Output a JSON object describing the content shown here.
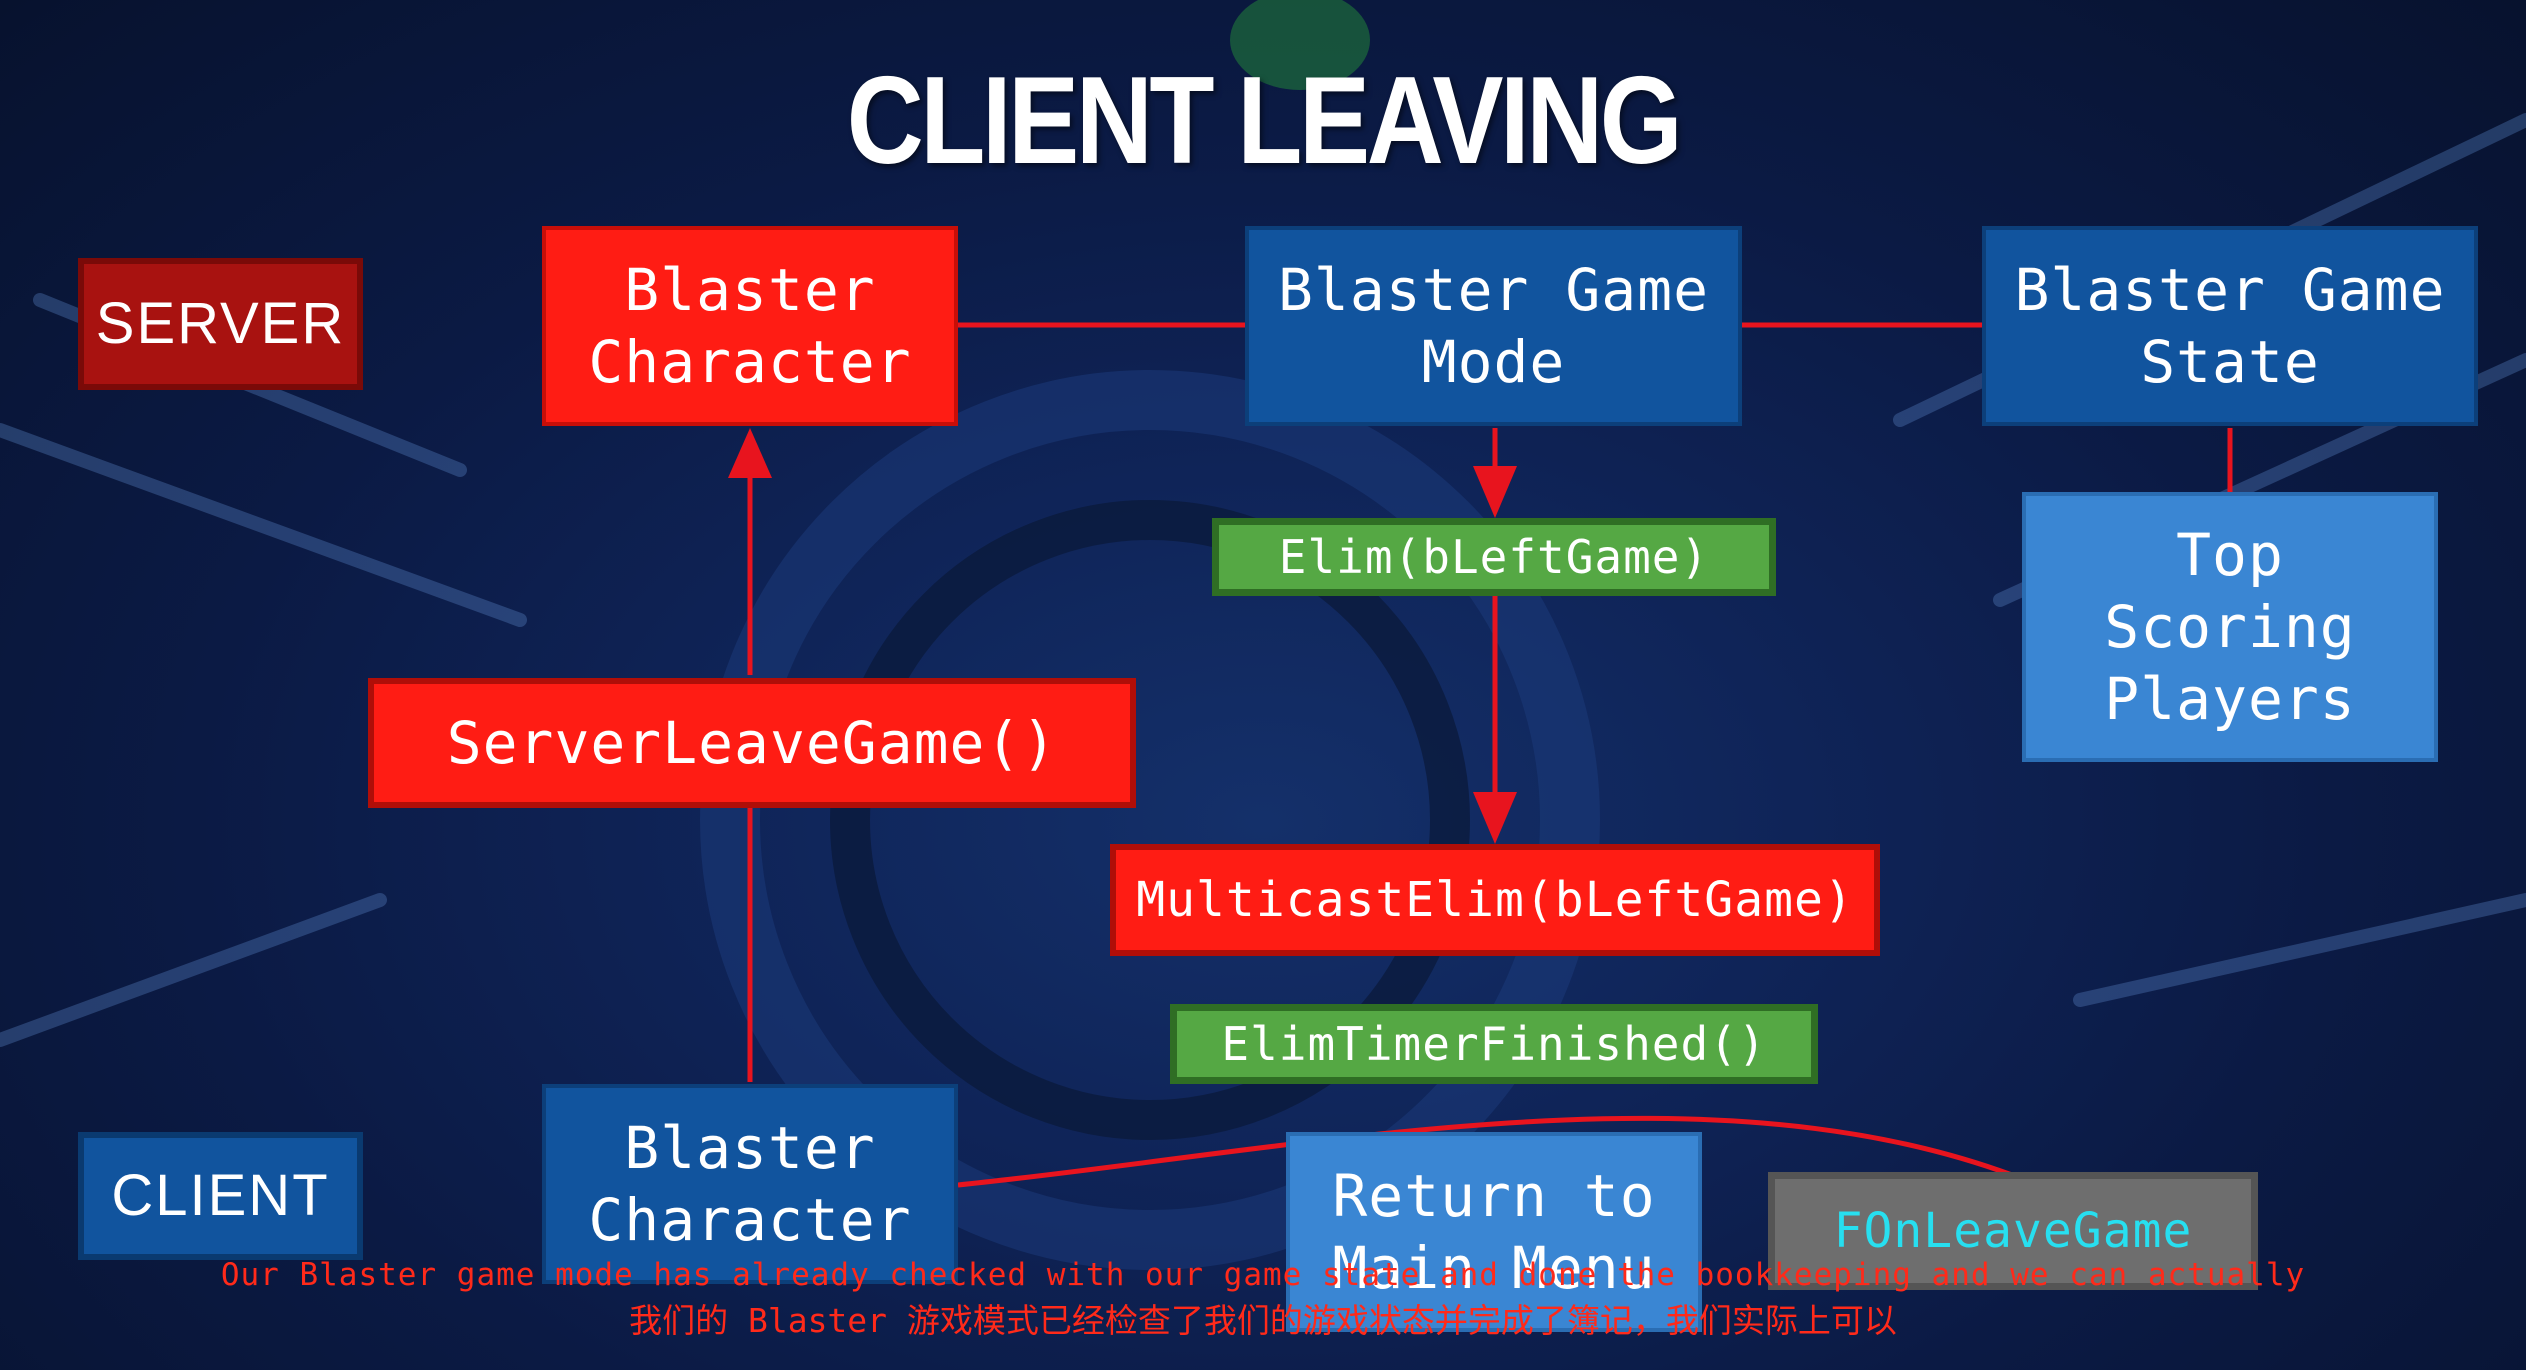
{
  "title": "CLIENT LEAVING",
  "labels": {
    "server": "SERVER",
    "client": "CLIENT"
  },
  "nodes": {
    "server_character": "Blaster\nCharacter",
    "game_mode": "Blaster Game\nMode",
    "game_state": "Blaster Game\nState",
    "top_scoring": "Top\nScoring\nPlayers",
    "elim": "Elim(bLeftGame)",
    "server_leave": "ServerLeaveGame()",
    "multicast_elim": "MulticastElim(bLeftGame)",
    "elim_timer": "ElimTimerFinished()",
    "client_character": "Blaster\nCharacter",
    "return_menu": "Return to\nMain Menu",
    "on_leave": "FOnLeaveGame"
  },
  "captions": {
    "en": "Our Blaster game mode has already checked with our game state and done the bookkeeping and we can actually",
    "zh": "我们的 Blaster 游戏模式已经检查了我们的游戏状态并完成了簿记，我们实际上可以"
  },
  "colors": {
    "red": "#ff1c14",
    "dark_red": "#a81210",
    "blue": "#11549e",
    "light_blue": "#3a86d3",
    "green": "#55a844",
    "gray": "#6e6e6e",
    "cyan_text": "#27dff0",
    "line": "#e8141e"
  }
}
